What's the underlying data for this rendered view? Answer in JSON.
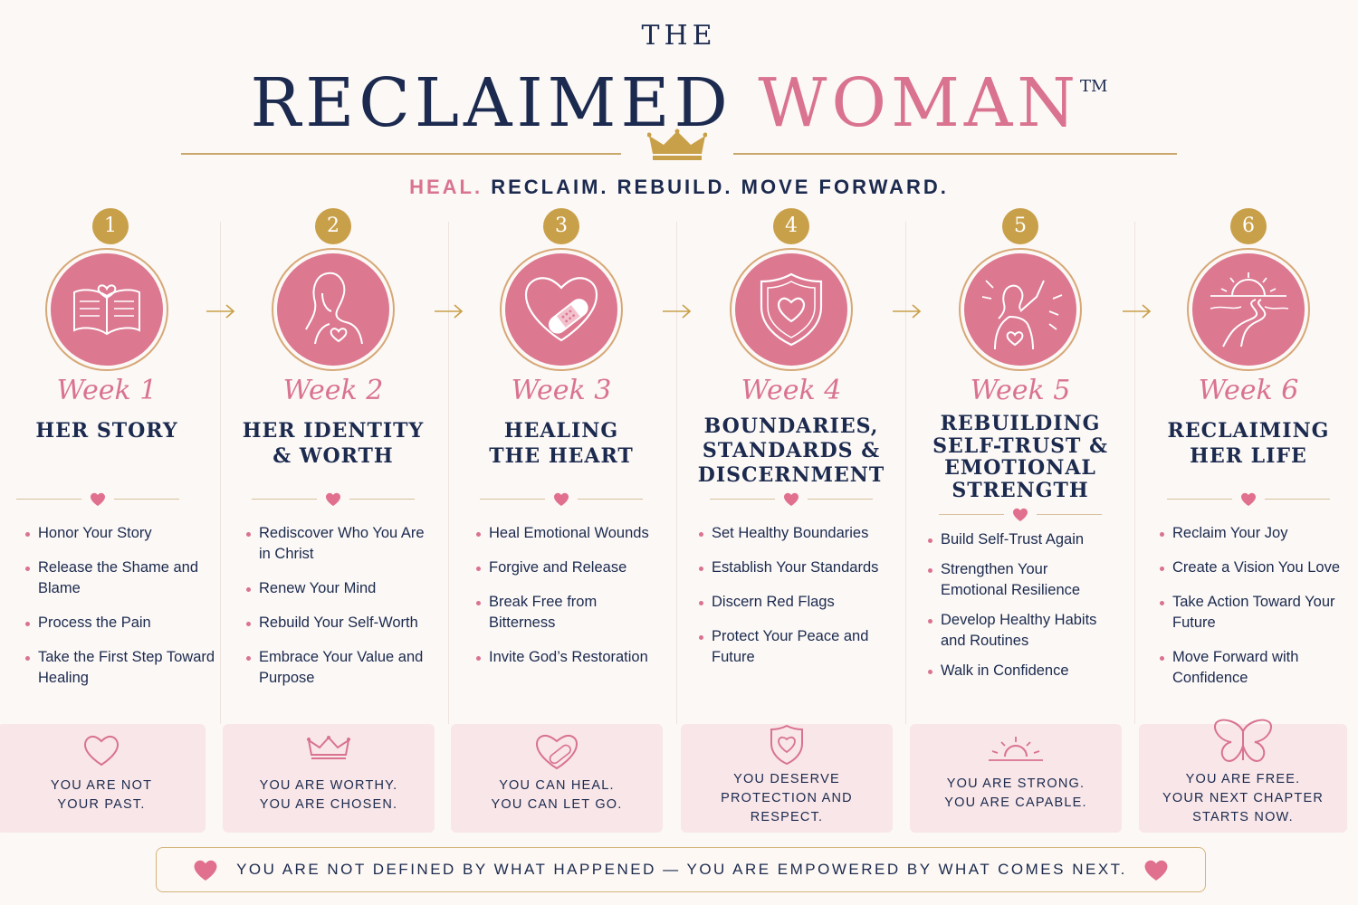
{
  "header": {
    "the": "THE",
    "title_part1": "RECLAIMED",
    "title_part2": "WOMAN",
    "trademark": "TM",
    "tagline_highlight": "HEAL.",
    "tagline_rest": "RECLAIM. REBUILD. MOVE FORWARD."
  },
  "colors": {
    "navy": "#1b2a4e",
    "pink": "#d9738f",
    "gold": "#c9a04a",
    "card_bg": "#f8e6e8",
    "background": "#fcf8f6"
  },
  "weeks": [
    {
      "number": "1",
      "week_label": "Week 1",
      "title_lines": [
        "HER STORY",
        ""
      ],
      "icon": "open-book-heart-icon",
      "items": [
        "Honor Your Story",
        "Release the Shame and Blame",
        "Process the Pain",
        "Take the First Step Toward Healing"
      ],
      "card_icon": "heart-outline-icon",
      "card_lines": [
        "YOU ARE NOT",
        "YOUR PAST.",
        ""
      ]
    },
    {
      "number": "2",
      "week_label": "Week 2",
      "title_lines": [
        "HER IDENTITY",
        "& WORTH"
      ],
      "icon": "woman-silhouette-icon",
      "items": [
        "Rediscover Who You Are in Christ",
        "Renew Your Mind",
        "Rebuild Your Self-Worth",
        "Embrace Your Value and Purpose"
      ],
      "card_icon": "crown-icon",
      "card_lines": [
        "YOU ARE WORTHY.",
        "YOU ARE CHOSEN.",
        ""
      ]
    },
    {
      "number": "3",
      "week_label": "Week 3",
      "title_lines": [
        "HEALING",
        "THE HEART"
      ],
      "icon": "bandaged-heart-icon",
      "items": [
        "Heal Emotional Wounds",
        "Forgive and Release",
        "Break Free from Bitterness",
        "Invite God’s Restoration"
      ],
      "card_icon": "bandaged-heart-icon",
      "card_lines": [
        "YOU CAN HEAL.",
        "YOU CAN LET GO.",
        ""
      ]
    },
    {
      "number": "4",
      "week_label": "Week 4",
      "title_lines": [
        "BOUNDARIES,",
        "STANDARDS &",
        "DISCERNMENT"
      ],
      "icon": "shield-heart-icon",
      "items": [
        "Set Healthy Boundaries",
        "Establish Your Standards",
        "Discern Red Flags",
        "Protect Your Peace and Future"
      ],
      "card_icon": "shield-heart-icon",
      "card_lines": [
        "YOU DESERVE",
        "PROTECTION AND",
        "RESPECT."
      ]
    },
    {
      "number": "5",
      "week_label": "Week 5",
      "title_lines": [
        "REBUILDING",
        "SELF-TRUST &",
        "EMOTIONAL",
        "STRENGTH"
      ],
      "icon": "raised-arm-woman-icon",
      "items": [
        "Build Self-Trust Again",
        "Strengthen Your Emotional Resilience",
        "Develop Healthy Habits and Routines",
        "Walk in Confidence"
      ],
      "card_icon": "sunrise-icon",
      "card_lines": [
        "YOU ARE STRONG.",
        "YOU ARE CAPABLE.",
        ""
      ]
    },
    {
      "number": "6",
      "week_label": "Week 6",
      "title_lines": [
        "RECLAIMING",
        "HER LIFE"
      ],
      "icon": "sunrise-road-icon",
      "items": [
        "Reclaim Your Joy",
        "Create a Vision You Love",
        "Take Action Toward Your Future",
        "Move Forward with Confidence"
      ],
      "card_icon": "butterfly-icon",
      "card_lines": [
        "YOU ARE FREE.",
        "YOUR NEXT CHAPTER",
        "STARTS NOW."
      ]
    }
  ],
  "footer": {
    "text": "YOU ARE NOT DEFINED BY WHAT HAPPENED — YOU ARE EMPOWERED BY WHAT COMES NEXT."
  }
}
